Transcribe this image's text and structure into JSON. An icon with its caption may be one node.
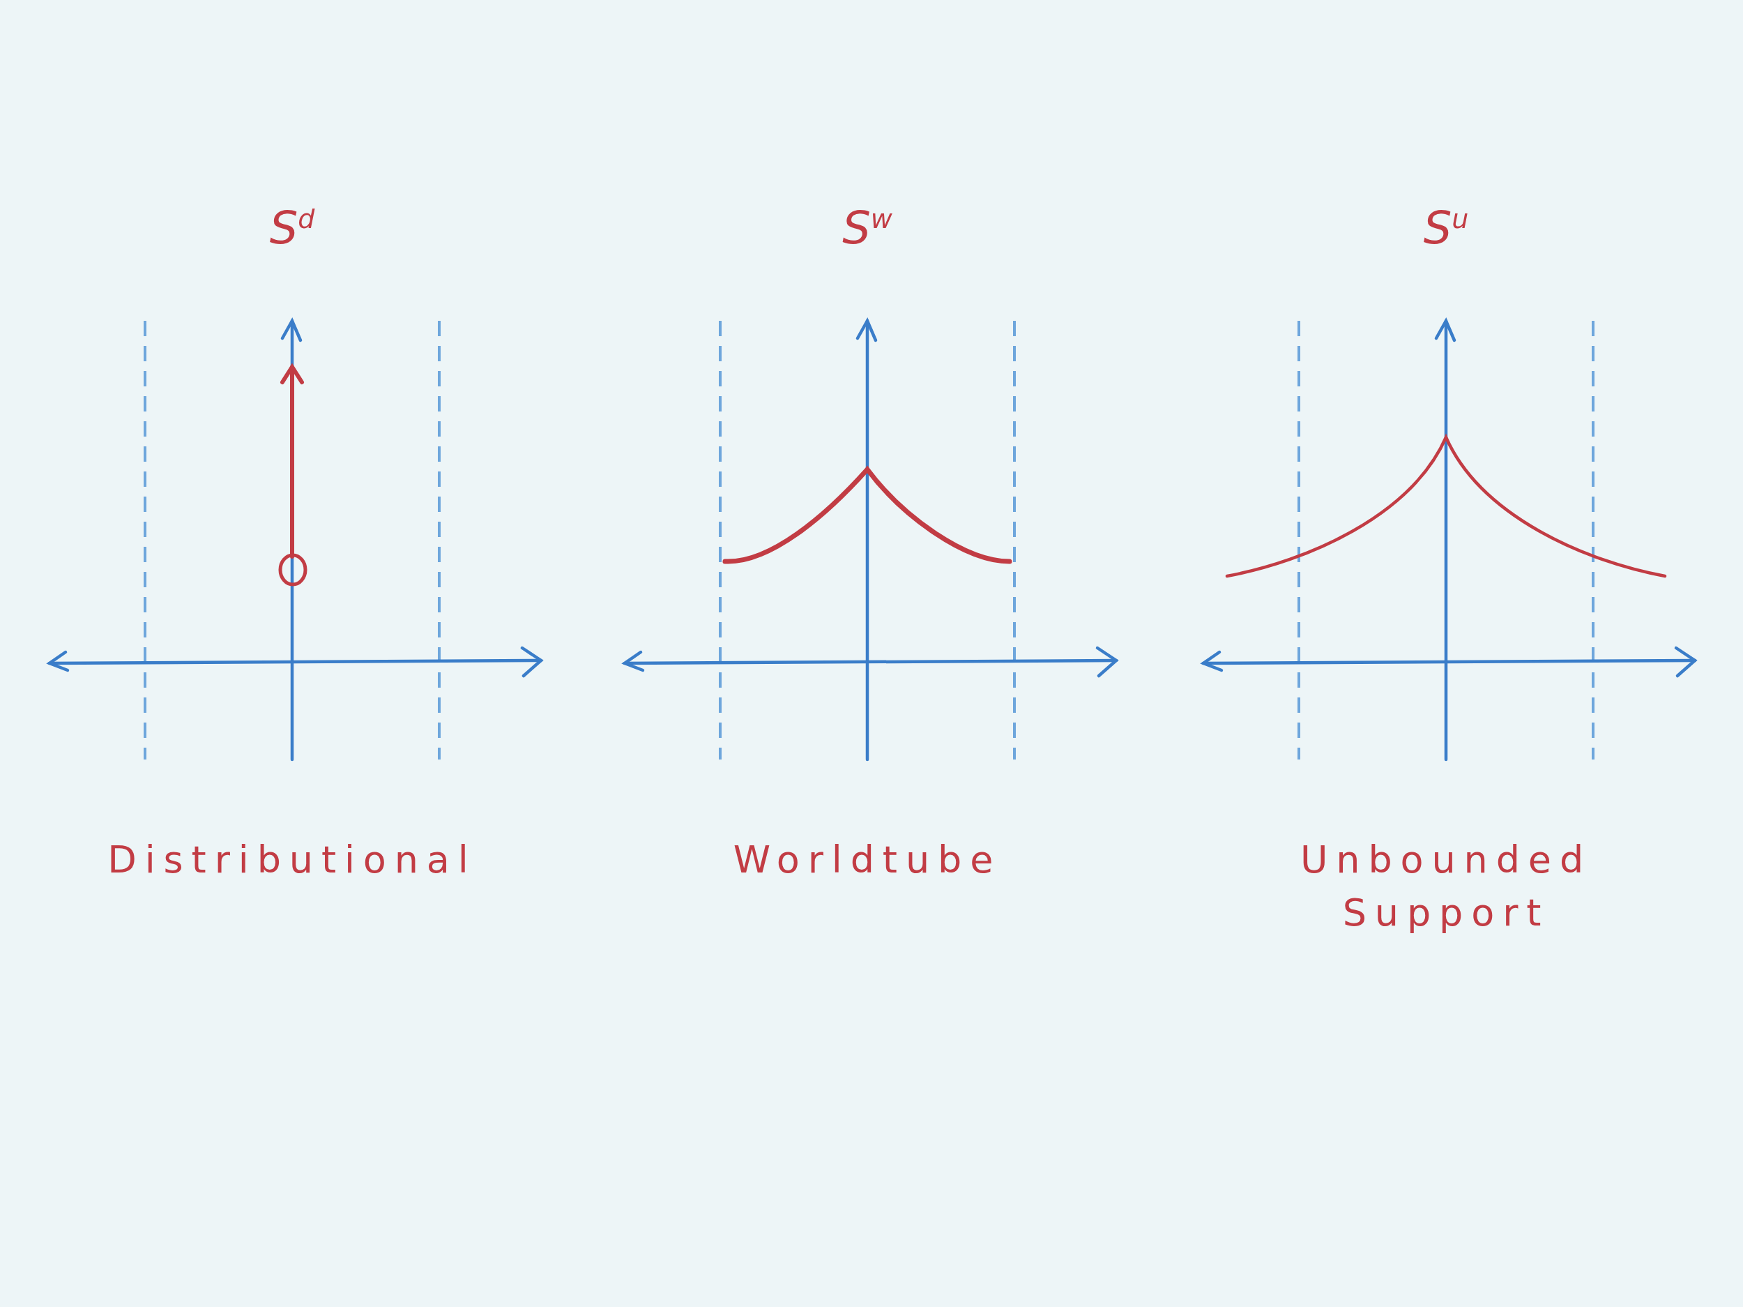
{
  "diagram": {
    "labels": [
      "S$^{d}$",
      "S$^{w}$",
      "S$^{u}$",
      "Distributional",
      "Worldtube",
      "Unbounded Support"
    ]
  }
}
